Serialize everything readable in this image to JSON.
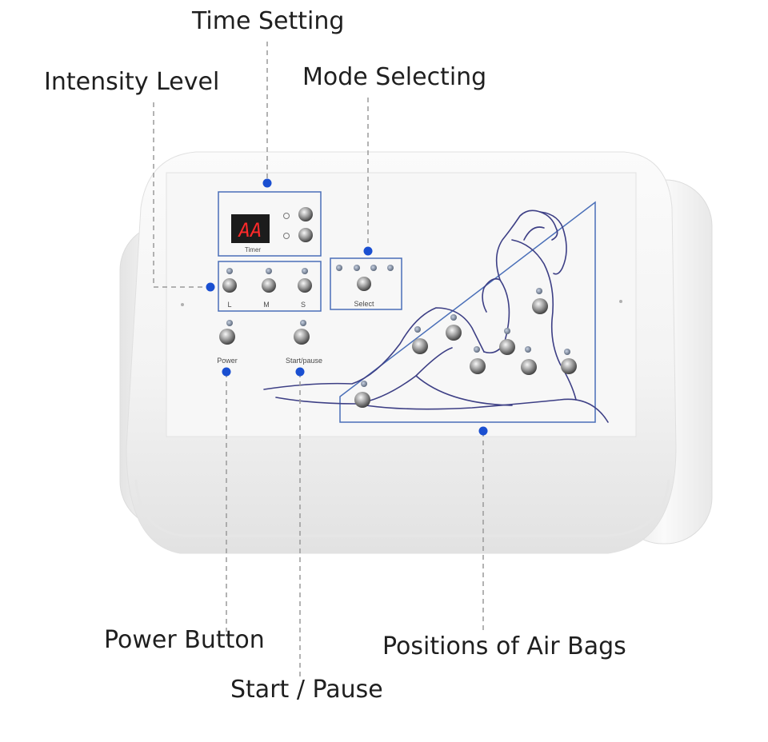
{
  "callouts": {
    "time_setting": "Time Setting",
    "intensity_level": "Intensity Level",
    "mode_selecting": "Mode Selecting",
    "power_button": "Power Button",
    "start_pause": "Start / Pause",
    "air_bags": "Positions of Air Bags"
  },
  "panel": {
    "display": "AA",
    "timer_label": "Timer",
    "intensity_labels": [
      "L",
      "M",
      "S"
    ],
    "select_label": "Select",
    "power_label": "Power",
    "start_label": "Start/pause"
  },
  "colors": {
    "marker": "#1a4fd1",
    "leader": "#9a9a9a",
    "outline": "#2f4f9a",
    "device": "#f2f2f2",
    "display_bg": "#1c1c1c",
    "display_digits": "#ff2a2a"
  }
}
